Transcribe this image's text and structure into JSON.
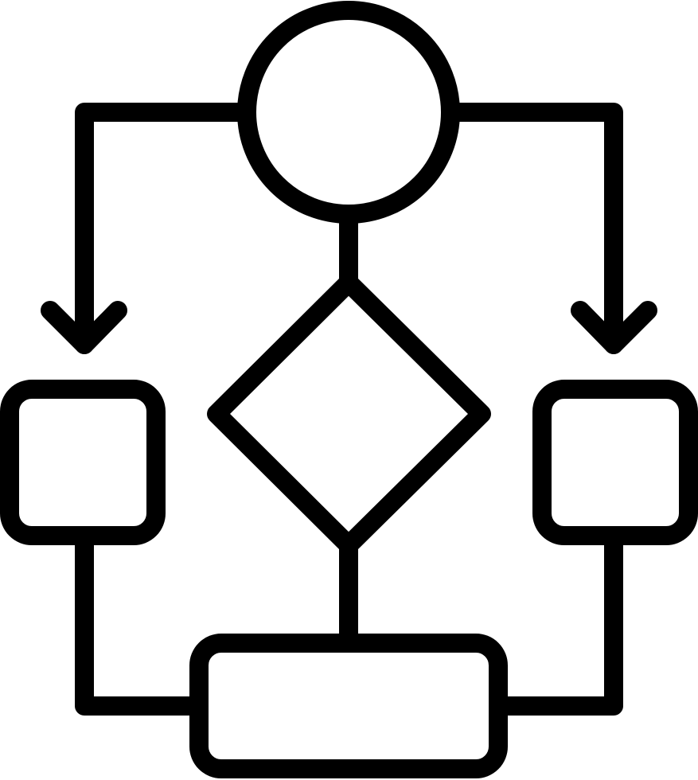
{
  "icon": {
    "name": "flowchart-icon",
    "stroke_color": "#000000",
    "background_color": "#ffffff",
    "shapes": [
      "start-circle",
      "decision-diamond",
      "left-process-box",
      "right-process-box",
      "end-process-box"
    ],
    "arrows": [
      "left-arrow-down",
      "right-arrow-down"
    ]
  }
}
